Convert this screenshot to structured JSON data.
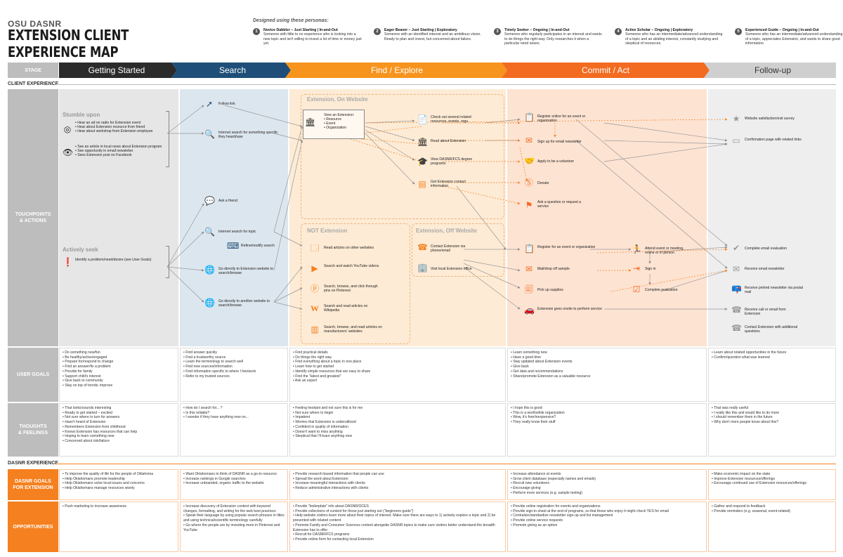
{
  "header": {
    "org": "OSU DASNR",
    "title": "EXTENSION CLIENT EXPERIENCE MAP",
    "personas_label": "Designed using these personas:"
  },
  "personas": [
    {
      "num": "1",
      "name": "Novice Dabbler – Just Starting | In-and-Out",
      "desc": "Someone with little to no experience who is looking into a new topic and isn't willing to invest a lot of time or money just yet."
    },
    {
      "num": "2",
      "name": "Eager Beaver – Just Starting | Exploratory",
      "desc": "Someone with an identified interest and an ambitious vision. Ready to plan and invest, but concerned about failure."
    },
    {
      "num": "3",
      "name": "Timely Seeker – Ongoing | In-and-Out",
      "desc": "Someone who regularly participates in an interest and wants to do things the right way. Only researches it when a particular need arises."
    },
    {
      "num": "4",
      "name": "Active Scholar – Ongoing | Exploratory",
      "desc": "Someone who has an intermediate/advanced understanding of a topic and an abiding interest, constantly studying and skeptical of resources."
    },
    {
      "num": "5",
      "name": "Experienced Guide – Ongoing | In-and-Out",
      "desc": "Someone who has an intermediate/advanced understanding of a topic, appreciates Extension, and wants to share good information."
    }
  ],
  "stages": {
    "label": "STAGE",
    "items": [
      "Getting Started",
      "Search",
      "Find / Explore",
      "Commit / Act",
      "Follow-up"
    ]
  },
  "sections": {
    "client": "CLIENT EXPERIENCE",
    "dasnr": "DASNR EXPERIENCE"
  },
  "rows": {
    "touch": "TOUCHPOINTS\n& ACTIONS",
    "goals": "USER GOALS",
    "thoughts": "THOUGHTS\n& FEELINGS",
    "dgoals": "DASNR GOALS\nFOR EXTENSION",
    "opps": "OPPORTUNITIES"
  },
  "getting": {
    "stumble": "Stumble upon",
    "hear": [
      "Hear an ad on radio for Extension event",
      "Hear about Extension resource from friend",
      "Hear about workshop from Extension employee"
    ],
    "see": [
      "See an article in local news about Extension program",
      "See opportunity in email newsletter",
      "Sees Extension post on Facebook"
    ],
    "actively": "Actively seek",
    "identify": "Identify a problem/need/desire (see User Goals)"
  },
  "search": {
    "follow": "Follow link",
    "internet1": "Internet search for something specific they heard/saw",
    "friend": "Ask a friend",
    "internet2": "Internet search for topic",
    "refine": "Refine/modify search",
    "direct_ext": "Go directly to Extension website to search/browse",
    "direct_other": "Go directly to another website to search/browse"
  },
  "find": {
    "on_site": "Extension, On Website",
    "not_ext": "NOT Extension",
    "off_site": "Extension, Off Website",
    "view_ext": "View an Extension:",
    "view_items": [
      "Resource",
      "Event",
      "Organization"
    ],
    "check": "Check out several related resources, events, orgs.",
    "read_ext": "Read about Extension",
    "degree": "View DASNR/FCS degree programs",
    "contact_info": "Get Extension contact information",
    "read_other": "Read articles on other websites",
    "youtube": "Search and watch YouTube videos",
    "pinterest": "Search, browse, and click through pins on Pinterest",
    "wiki": "Search and read articles on Wikipedia",
    "manuf": "Search, browse, and read articles on manufacturers' websites",
    "contact_ext": "Contact Extension via phone/email",
    "visit": "Visit local Extension office"
  },
  "commit": {
    "register_online": "Register online for an event or organization",
    "signup": "Sign up for email newsletter",
    "volunteer": "Apply to be a volunteer",
    "donate": "Donate",
    "ask": "Ask a question or request a service",
    "register": "Register for an event or organization",
    "mail": "Mail/drop off sample",
    "pickup": "Pick up supplies",
    "onsite": "Extension goes onsite to perform service",
    "attend": "Attend event or meeting, online or in person",
    "signin": "Sign in",
    "eval": "Complete evaluation"
  },
  "follow": {
    "survey": "Website satisfaction/exit survey",
    "confirm_page": "Confirmation page with related links",
    "complete_email": "Complete email evaluation",
    "receive_email": "Receive email newsletter",
    "printed": "Receive printed newsletter via postal mail",
    "call": "Receive call or email from Extension",
    "contact_more": "Contact Extension with additional questions"
  },
  "user_goals": [
    [
      "Do something new/fun",
      "Be healthy/active/engaged",
      "Prepare for/respond to change",
      "Find an answer/fix a problem",
      "Provide for family",
      "Support child's interest",
      "Give back to community",
      "Stay on top of trends; improve"
    ],
    [
      "Find answer quickly",
      "Find a trustworthy source",
      "Learn the terminology to search well",
      "Find new sources/information",
      "Find information specific to where I live/work",
      "Refer to my trusted sources"
    ],
    [
      "Find practical details",
      "Do things the right way",
      "Find everything about a topic in one place",
      "Learn how to get started",
      "Identify simple resources that are easy to share",
      "Find the \"latest and greatest\"",
      "Ask an expert"
    ],
    [
      "Learn something new",
      "Have a good time",
      "Stay updated about Extension events",
      "Give back",
      "Get data and recommendations",
      "Share/promote Extension as a valuable resource"
    ],
    [
      "Learn about related opportunities in the future",
      "Confirm/question what was learned"
    ]
  ],
  "thoughts": [
    [
      "That looks/sounds interesting",
      "Ready to get started – excited",
      "Not sure where to turn for answers",
      "Hasn't heard of Extension",
      "Remembers Extension from childhood",
      "Knows Extension has resources that can help",
      "Hoping to learn something new",
      "Concerned about risk/failure"
    ],
    [
      "How do I search for... ?",
      "Is this reliable?",
      "I wonder if they have anything new on..."
    ],
    [
      "Feeling hesitant and not sure this is for me",
      "Not sure where to begin",
      "Impatient",
      "Worries that Extension is underutilized",
      "Confident in quality of information",
      "Doesn't want to miss anything",
      "Skeptical that I'll learn anything new"
    ],
    [
      "I hope this is good",
      "This is a worthwhile organization",
      "Wow, it's free/inexpensive?",
      "They really know their stuff"
    ],
    [
      "That was really useful",
      "I really like this and would like to do more",
      "I should remember them in the future",
      "Why don't more people know about this?"
    ]
  ],
  "dasnr_goals": [
    [
      "To improve the quality of life for the people of Oklahoma",
      "Help Oklahomans promote leadership",
      "Help Oklahomans solve local issues and concerns",
      "Help Oklahomans manage resources wisely"
    ],
    [
      "Want Oklahomans to think of DASNR as a go-to resource",
      "Increase rankings in Google searches",
      "Increase unbranded, organic traffic to the website"
    ],
    [
      "Provide research-based information that people can use",
      "Spread the word about Extension",
      "Increase meaningful interactions with clients",
      "Reduce administrative interactions with clients"
    ],
    [
      "Increase attendance at events",
      "Grow client database (especially names and emails)",
      "Recruit new volunteers",
      "Encourage giving",
      "Perform more services (e.g. sample testing)"
    ],
    [
      "Make economic impact on the state",
      "Improve Extension resources/offerings",
      "Encourage continued use of Extension resources/offerings"
    ]
  ],
  "opportunities": [
    [
      "Push marketing to increase awareness"
    ],
    [
      "Increase discovery of Extension content with keyword changes, formatting, and writing for the web best practices",
      "Speak their language by using popular search phrases in titles and using technical/scientific terminology carefully",
      "Go where the people are by investing more in Pinterest and YouTube"
    ],
    [
      "Provide \"boilerplate\" info about DASNR/OCES",
      "Provide collections of content for those just starting out (\"beginners guide\")",
      "Help website visitors learn more about their topics of interest. Make sure there are ways to 1) actively explore a topic and 2) be presented with related content",
      "Promote Family and Consumer Sciences content alongside DASNR topics to make sure visitors better understand the breadth Extension has to offer",
      "Recruit for DASNR/FCS programs",
      "Provide online form for contacting local Extension"
    ],
    [
      "Provide online registration for events and organizations",
      "Provide sign-in sheet at the end of programs, so that those who enjoy it might check YES for email",
      "Centralize/standardize newsletter sign-up and list management",
      "Provide online service requests",
      "Promote giving as an option"
    ],
    [
      "Gather and respond to feedback",
      "Provide reminders (e.g. seasonal, event-related)"
    ]
  ],
  "colors": {
    "stage1": "#2b2b2b",
    "stage2": "#1f4f78",
    "stage3": "#f7941d",
    "stage4": "#f26b21",
    "stage5": "#cfcfcf",
    "accent": "#f5801f"
  }
}
